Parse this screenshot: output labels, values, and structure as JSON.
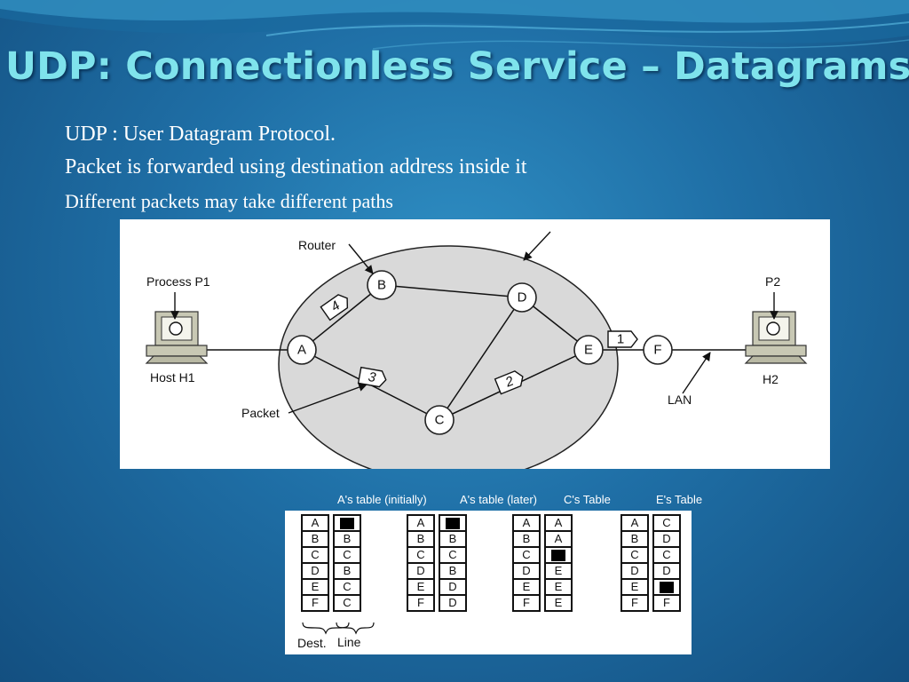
{
  "slide": {
    "title": "UDP: Connectionless Service – Datagrams",
    "bullets": [
      "UDP : User Datagram Protocol.",
      "Packet is forwarded using destination address inside it",
      "Different packets may take different paths"
    ]
  },
  "network": {
    "labels": {
      "router": "Router",
      "process_p1": "Process P1",
      "host_h1": "Host H1",
      "packet": "Packet",
      "p2": "P2",
      "h2": "H2",
      "lan": "LAN"
    },
    "nodes": [
      "A",
      "B",
      "C",
      "D",
      "E",
      "F"
    ],
    "packets": [
      "4",
      "3",
      "2",
      "1"
    ],
    "links": [
      [
        "A",
        "B"
      ],
      [
        "A",
        "C"
      ],
      [
        "B",
        "D"
      ],
      [
        "C",
        "D"
      ],
      [
        "C",
        "E"
      ],
      [
        "D",
        "E"
      ],
      [
        "E",
        "F"
      ]
    ]
  },
  "tables": {
    "captions": [
      "A's table (initially)",
      "A's table (later)",
      "C's Table",
      "E's Table"
    ],
    "a_initial": [
      [
        "A",
        "■"
      ],
      [
        "B",
        "B"
      ],
      [
        "C",
        "C"
      ],
      [
        "D",
        "B"
      ],
      [
        "E",
        "C"
      ],
      [
        "F",
        "C"
      ]
    ],
    "a_later": [
      [
        "A",
        "■"
      ],
      [
        "B",
        "B"
      ],
      [
        "C",
        "C"
      ],
      [
        "D",
        "B"
      ],
      [
        "E",
        "D"
      ],
      [
        "F",
        "D"
      ]
    ],
    "c_table": [
      [
        "A",
        "A"
      ],
      [
        "B",
        "A"
      ],
      [
        "C",
        "■"
      ],
      [
        "D",
        "E"
      ],
      [
        "E",
        "E"
      ],
      [
        "F",
        "E"
      ]
    ],
    "e_table": [
      [
        "A",
        "C"
      ],
      [
        "B",
        "D"
      ],
      [
        "C",
        "C"
      ],
      [
        "D",
        "D"
      ],
      [
        "E",
        "■"
      ],
      [
        "F",
        "F"
      ]
    ],
    "footer": {
      "dest": "Dest.",
      "line": "Line"
    }
  },
  "colors": {
    "title": "#7fe3ec",
    "background": "#1f6fa6",
    "carrier": "#d9d9d9"
  }
}
